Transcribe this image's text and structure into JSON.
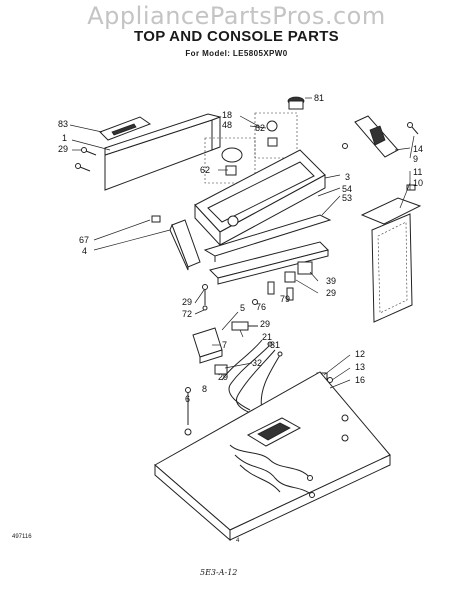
{
  "watermark": "AppliancePartsPros.com",
  "title": "TOP AND CONSOLE PARTS",
  "subtitle": "For Model: LE5805XPW0",
  "footer": {
    "code": "497116",
    "page": "4",
    "signature": "5E3-A-12"
  },
  "callouts": [
    "81",
    "18",
    "48",
    "62",
    "62",
    "83",
    "1",
    "29",
    "3",
    "54",
    "53",
    "14",
    "9",
    "11",
    "10",
    "67",
    "4",
    "39",
    "29",
    "29",
    "72",
    "76",
    "79",
    "29",
    "5",
    "21",
    "31",
    "7",
    "29",
    "32",
    "8",
    "6",
    "12",
    "13",
    "16"
  ]
}
